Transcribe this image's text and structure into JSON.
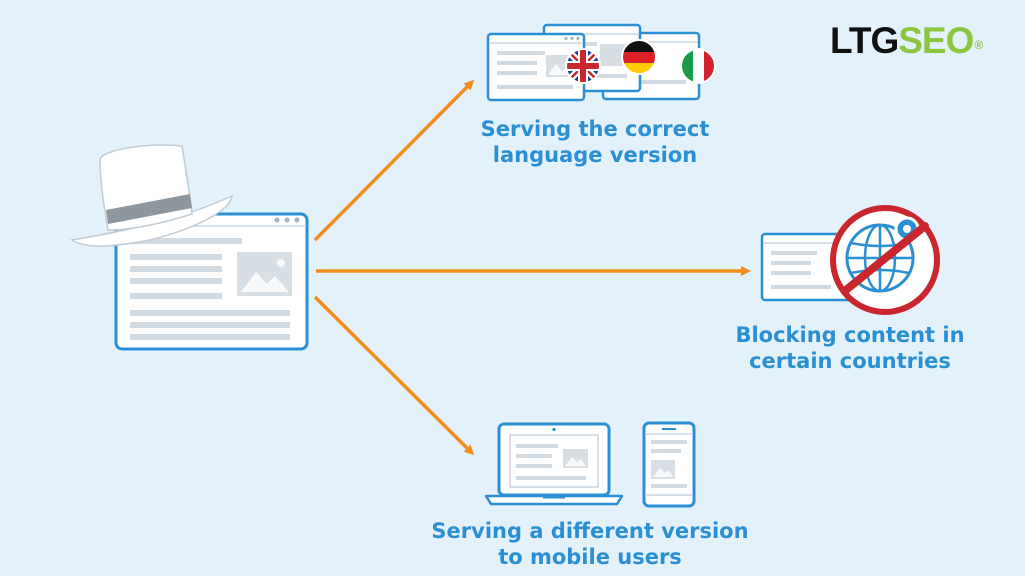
{
  "colors": {
    "background": "#e3f1fb",
    "accent_blue": "#2a8fd3",
    "arrow_orange": "#f28c1c",
    "ban_red": "#c9262d",
    "logo_dark": "#111111",
    "logo_green": "#8cc63f"
  },
  "logo": {
    "part1": "LTG",
    "part2": "SEO",
    "mark": "®"
  },
  "outcomes": [
    {
      "id": "language",
      "line1": "Serving the correct",
      "line2": "language version",
      "flags": [
        "uk-flag-icon",
        "germany-flag-icon",
        "italy-flag-icon"
      ]
    },
    {
      "id": "blocking",
      "line1": "Blocking content in",
      "line2": "certain countries",
      "icon": "blocked-globe-icon"
    },
    {
      "id": "mobile",
      "line1": "Serving a different version",
      "line2": "to mobile users",
      "icons": [
        "laptop-icon",
        "smartphone-icon"
      ]
    }
  ]
}
